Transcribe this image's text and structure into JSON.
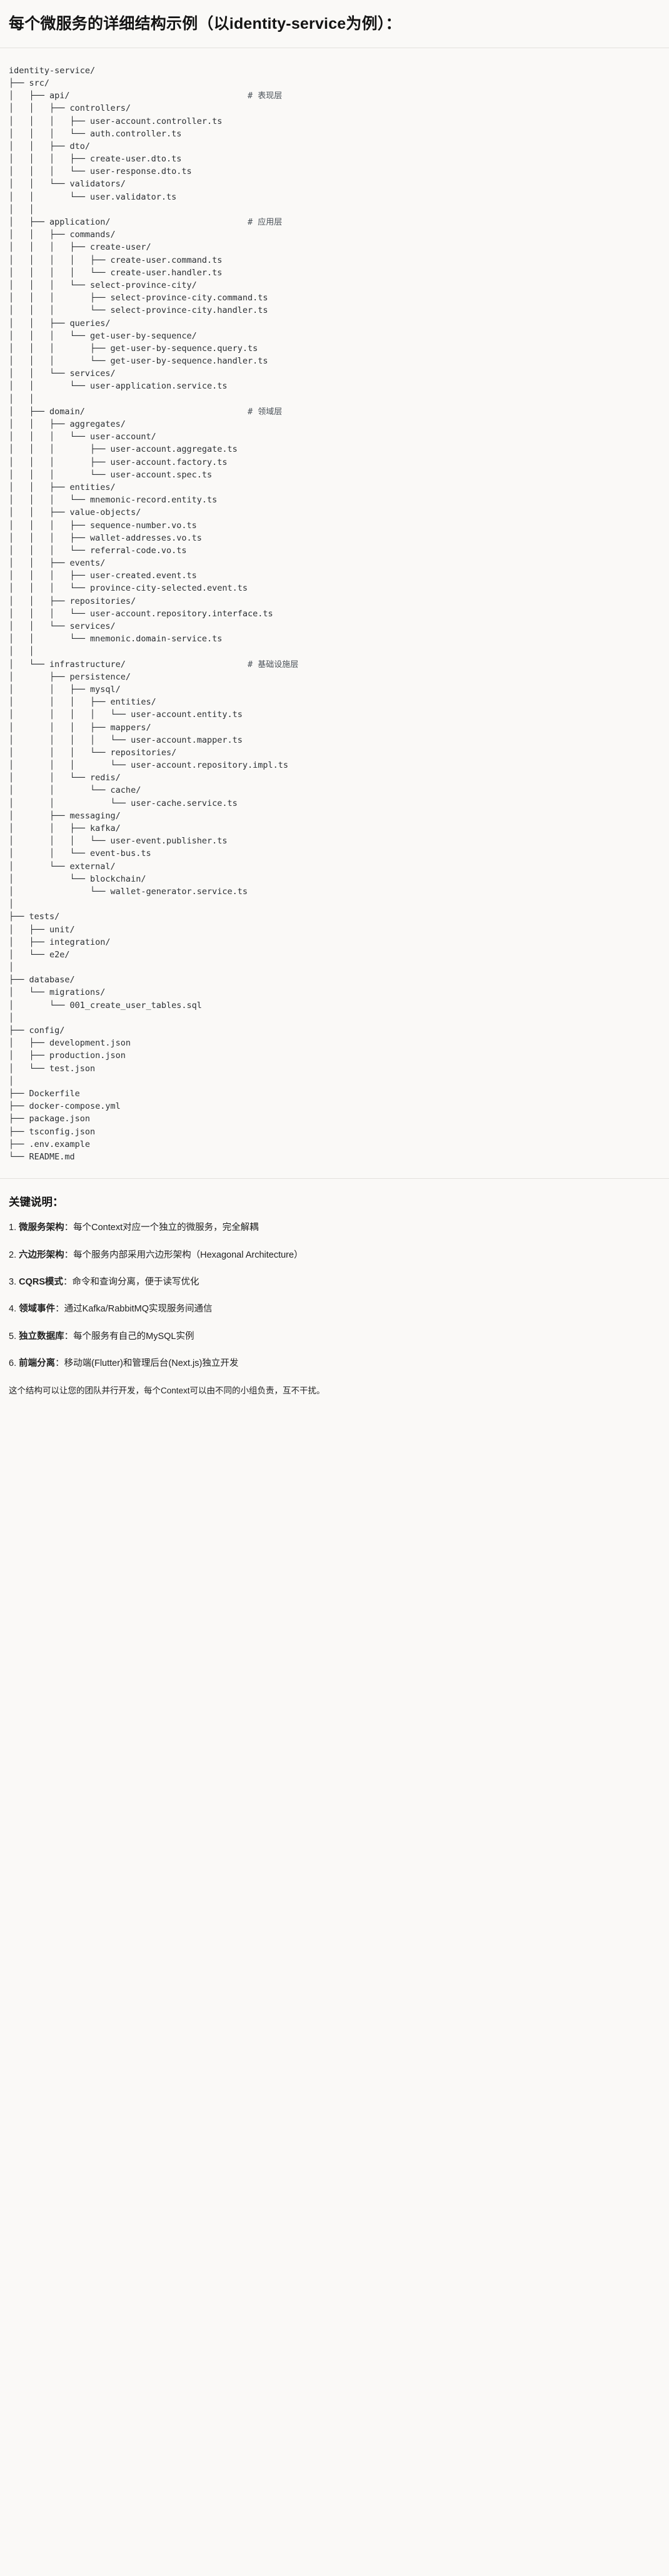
{
  "document": {
    "title": "每个微服务的详细结构示例（以identity-service为例）：",
    "notes_heading": "关键说明：",
    "closing": "这个结构可以让您的团队并行开发，每个Context可以由不同的小组负责，互不干扰。"
  },
  "tree": {
    "lines": [
      {
        "text": "identity-service/",
        "comment": ""
      },
      {
        "text": "├── src/",
        "comment": ""
      },
      {
        "text": "│   ├── api/",
        "comment": "# 表现层"
      },
      {
        "text": "│   │   ├── controllers/",
        "comment": ""
      },
      {
        "text": "│   │   │   ├── user-account.controller.ts",
        "comment": ""
      },
      {
        "text": "│   │   │   └── auth.controller.ts",
        "comment": ""
      },
      {
        "text": "│   │   ├── dto/",
        "comment": ""
      },
      {
        "text": "│   │   │   ├── create-user.dto.ts",
        "comment": ""
      },
      {
        "text": "│   │   │   └── user-response.dto.ts",
        "comment": ""
      },
      {
        "text": "│   │   └── validators/",
        "comment": ""
      },
      {
        "text": "│   │       └── user.validator.ts",
        "comment": ""
      },
      {
        "text": "│   │",
        "comment": ""
      },
      {
        "text": "│   ├── application/",
        "comment": "# 应用层"
      },
      {
        "text": "│   │   ├── commands/",
        "comment": ""
      },
      {
        "text": "│   │   │   ├── create-user/",
        "comment": ""
      },
      {
        "text": "│   │   │   │   ├── create-user.command.ts",
        "comment": ""
      },
      {
        "text": "│   │   │   │   └── create-user.handler.ts",
        "comment": ""
      },
      {
        "text": "│   │   │   └── select-province-city/",
        "comment": ""
      },
      {
        "text": "│   │   │       ├── select-province-city.command.ts",
        "comment": ""
      },
      {
        "text": "│   │   │       └── select-province-city.handler.ts",
        "comment": ""
      },
      {
        "text": "│   │   ├── queries/",
        "comment": ""
      },
      {
        "text": "│   │   │   └── get-user-by-sequence/",
        "comment": ""
      },
      {
        "text": "│   │   │       ├── get-user-by-sequence.query.ts",
        "comment": ""
      },
      {
        "text": "│   │   │       └── get-user-by-sequence.handler.ts",
        "comment": ""
      },
      {
        "text": "│   │   └── services/",
        "comment": ""
      },
      {
        "text": "│   │       └── user-application.service.ts",
        "comment": ""
      },
      {
        "text": "│   │",
        "comment": ""
      },
      {
        "text": "│   ├── domain/",
        "comment": "# 领域层"
      },
      {
        "text": "│   │   ├── aggregates/",
        "comment": ""
      },
      {
        "text": "│   │   │   └── user-account/",
        "comment": ""
      },
      {
        "text": "│   │   │       ├── user-account.aggregate.ts",
        "comment": ""
      },
      {
        "text": "│   │   │       ├── user-account.factory.ts",
        "comment": ""
      },
      {
        "text": "│   │   │       └── user-account.spec.ts",
        "comment": ""
      },
      {
        "text": "│   │   ├── entities/",
        "comment": ""
      },
      {
        "text": "│   │   │   └── mnemonic-record.entity.ts",
        "comment": ""
      },
      {
        "text": "│   │   ├── value-objects/",
        "comment": ""
      },
      {
        "text": "│   │   │   ├── sequence-number.vo.ts",
        "comment": ""
      },
      {
        "text": "│   │   │   ├── wallet-addresses.vo.ts",
        "comment": ""
      },
      {
        "text": "│   │   │   └── referral-code.vo.ts",
        "comment": ""
      },
      {
        "text": "│   │   ├── events/",
        "comment": ""
      },
      {
        "text": "│   │   │   ├── user-created.event.ts",
        "comment": ""
      },
      {
        "text": "│   │   │   └── province-city-selected.event.ts",
        "comment": ""
      },
      {
        "text": "│   │   ├── repositories/",
        "comment": ""
      },
      {
        "text": "│   │   │   └── user-account.repository.interface.ts",
        "comment": ""
      },
      {
        "text": "│   │   └── services/",
        "comment": ""
      },
      {
        "text": "│   │       └── mnemonic.domain-service.ts",
        "comment": ""
      },
      {
        "text": "│   │",
        "comment": ""
      },
      {
        "text": "│   └── infrastructure/",
        "comment": "# 基础设施层"
      },
      {
        "text": "│       ├── persistence/",
        "comment": ""
      },
      {
        "text": "│       │   ├── mysql/",
        "comment": ""
      },
      {
        "text": "│       │   │   ├── entities/",
        "comment": ""
      },
      {
        "text": "│       │   │   │   └── user-account.entity.ts",
        "comment": ""
      },
      {
        "text": "│       │   │   ├── mappers/",
        "comment": ""
      },
      {
        "text": "│       │   │   │   └── user-account.mapper.ts",
        "comment": ""
      },
      {
        "text": "│       │   │   └── repositories/",
        "comment": ""
      },
      {
        "text": "│       │   │       └── user-account.repository.impl.ts",
        "comment": ""
      },
      {
        "text": "│       │   └── redis/",
        "comment": ""
      },
      {
        "text": "│       │       └── cache/",
        "comment": ""
      },
      {
        "text": "│       │           └── user-cache.service.ts",
        "comment": ""
      },
      {
        "text": "│       ├── messaging/",
        "comment": ""
      },
      {
        "text": "│       │   ├── kafka/",
        "comment": ""
      },
      {
        "text": "│       │   │   └── user-event.publisher.ts",
        "comment": ""
      },
      {
        "text": "│       │   └── event-bus.ts",
        "comment": ""
      },
      {
        "text": "│       └── external/",
        "comment": ""
      },
      {
        "text": "│           └── blockchain/",
        "comment": ""
      },
      {
        "text": "│               └── wallet-generator.service.ts",
        "comment": ""
      },
      {
        "text": "│",
        "comment": ""
      },
      {
        "text": "├── tests/",
        "comment": ""
      },
      {
        "text": "│   ├── unit/",
        "comment": ""
      },
      {
        "text": "│   ├── integration/",
        "comment": ""
      },
      {
        "text": "│   └── e2e/",
        "comment": ""
      },
      {
        "text": "│",
        "comment": ""
      },
      {
        "text": "├── database/",
        "comment": ""
      },
      {
        "text": "│   └── migrations/",
        "comment": ""
      },
      {
        "text": "│       └── 001_create_user_tables.sql",
        "comment": ""
      },
      {
        "text": "│",
        "comment": ""
      },
      {
        "text": "├── config/",
        "comment": ""
      },
      {
        "text": "│   ├── development.json",
        "comment": ""
      },
      {
        "text": "│   ├── production.json",
        "comment": ""
      },
      {
        "text": "│   └── test.json",
        "comment": ""
      },
      {
        "text": "│",
        "comment": ""
      },
      {
        "text": "├── Dockerfile",
        "comment": ""
      },
      {
        "text": "├── docker-compose.yml",
        "comment": ""
      },
      {
        "text": "├── package.json",
        "comment": ""
      },
      {
        "text": "├── tsconfig.json",
        "comment": ""
      },
      {
        "text": "├── .env.example",
        "comment": ""
      },
      {
        "text": "└── README.md",
        "comment": ""
      }
    ]
  },
  "notes": [
    {
      "term": "微服务架构",
      "sep": "：",
      "desc": "每个Context对应一个独立的微服务，完全解耦"
    },
    {
      "term": "六边形架构",
      "sep": "：",
      "desc": "每个服务内部采用六边形架构（Hexagonal Architecture）"
    },
    {
      "term": "CQRS模式",
      "sep": "：",
      "desc": "命令和查询分离，便于读写优化"
    },
    {
      "term": "领域事件",
      "sep": "：",
      "desc": "通过Kafka/RabbitMQ实现服务间通信"
    },
    {
      "term": "独立数据库",
      "sep": "：",
      "desc": "每个服务有自己的MySQL实例"
    },
    {
      "term": "前端分离",
      "sep": "：",
      "desc": "移动端(Flutter)和管理后台(Next.js)独立开发"
    }
  ],
  "colors": {
    "page_background": "#faf9f7",
    "text": "#1f1f1f",
    "tree_text": "#2b2f33",
    "rule": "#e3e1dd"
  }
}
